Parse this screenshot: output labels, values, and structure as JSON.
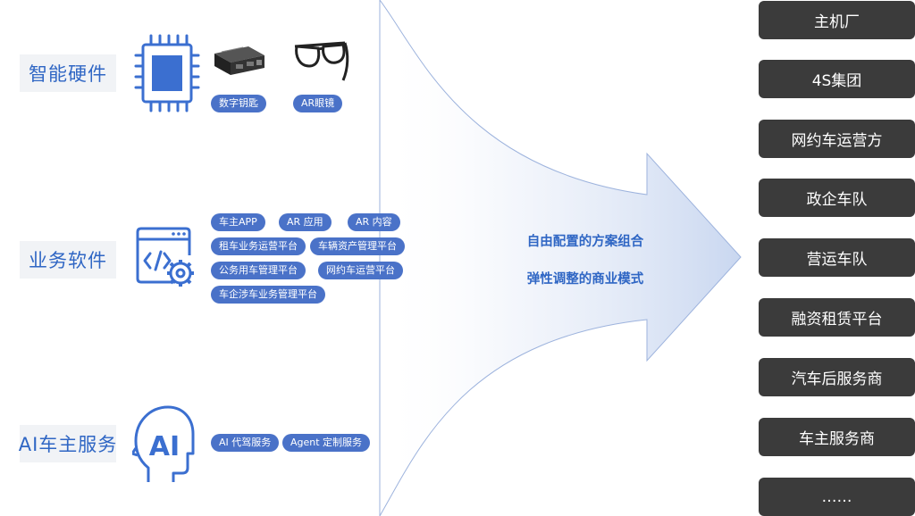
{
  "categories": {
    "hardware": {
      "label": "智能硬件",
      "icon": "chip-icon",
      "items": [
        "数字钥匙",
        "AR眼镜"
      ]
    },
    "software": {
      "label": "业务软件",
      "icon": "code-settings-icon",
      "items": [
        "车主APP",
        "AR 应用",
        "AR 内容",
        "租车业务运营平台",
        "车辆资产管理平台",
        "公务用车管理平台",
        "网约车运营平台",
        "车企涉车业务管理平台"
      ]
    },
    "ai": {
      "label": "AI车主服务",
      "icon": "ai-head-icon",
      "items": [
        "AI 代驾服务",
        "Agent 定制服务"
      ]
    }
  },
  "arrow": {
    "line1": "自由配置的方案组合",
    "line2": "弹性调整的商业模式"
  },
  "clients": [
    "主机厂",
    "4S集团",
    "网约车运营方",
    "政企车队",
    "营运车队",
    "融资租赁平台",
    "汽车后服务商",
    "车主服务商",
    "……"
  ],
  "colors": {
    "accent": "#2f66c4",
    "pill": "#4a72c8",
    "client_box": "#3b3b3b",
    "label_bg": "#f1f3f6"
  }
}
